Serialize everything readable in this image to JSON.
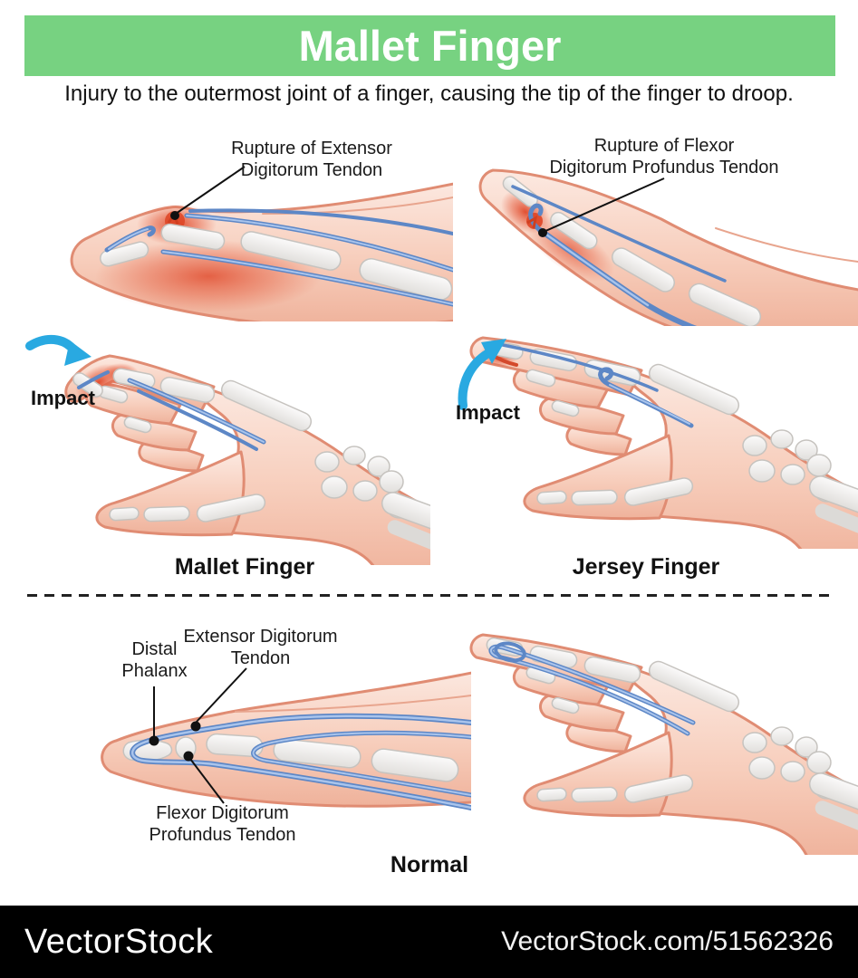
{
  "header": {
    "title": "Mallet Finger",
    "subtitle": "Injury to the outermost joint of a finger, causing the tip of the finger to droop."
  },
  "sections": {
    "mallet": {
      "rupture_label_line1": "Rupture of Extensor",
      "rupture_label_line2": "Digitorum Tendon",
      "impact_label": "Impact",
      "caption": "Mallet Finger"
    },
    "jersey": {
      "rupture_label_line1": "Rupture of Flexor",
      "rupture_label_line2": "Digitorum Profundus Tendon",
      "impact_label": "Impact",
      "caption": "Jersey Finger"
    },
    "normal": {
      "distal_label_line1": "Distal",
      "distal_label_line2": "Phalanx",
      "extensor_label_line1": "Extensor Digitorum",
      "extensor_label_line2": "Tendon",
      "flexor_label_line1": "Flexor Digitorum",
      "flexor_label_line2": "Profundus Tendon",
      "caption": "Normal"
    }
  },
  "footer": {
    "brand": "VectorStock",
    "credit": "VectorStock.com/51562326"
  },
  "colors": {
    "banner_green": "#77d281",
    "impact_blue": "#29a9e1",
    "tendon_blue": "#5d87c6",
    "inflammation_red": "#e0482a",
    "skin_outline": "#e08c73",
    "bone_fill": "#f4f2f0",
    "footer_bg": "#000000"
  }
}
